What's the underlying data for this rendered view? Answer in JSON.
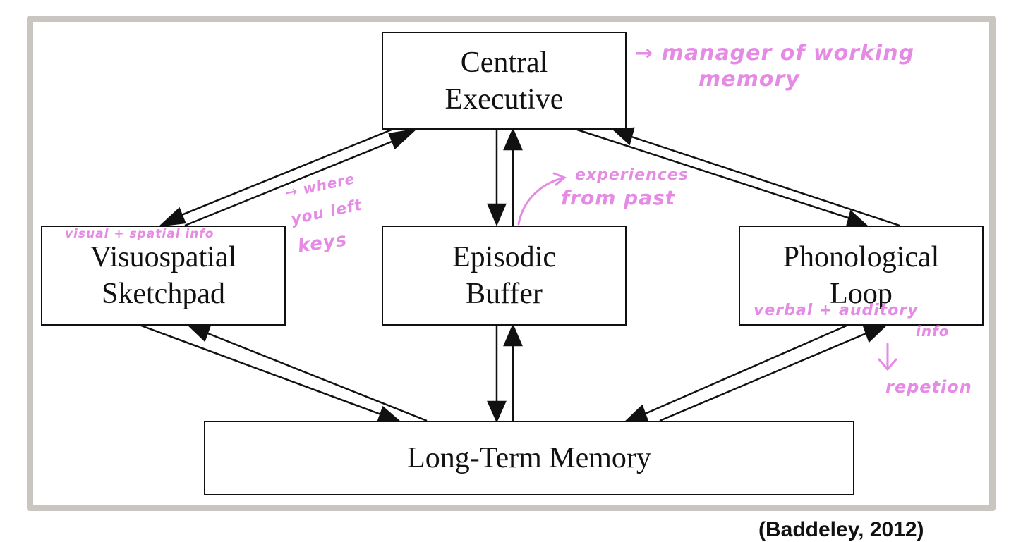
{
  "diagram": {
    "central_executive": {
      "line1": "Central",
      "line2": "Executive"
    },
    "visuospatial_sketchpad": {
      "line1": "Visuospatial",
      "line2": "Sketchpad"
    },
    "episodic_buffer": {
      "line1": "Episodic",
      "line2": "Buffer"
    },
    "phonological_loop": {
      "line1": "Phonological",
      "line2": "Loop"
    },
    "long_term_memory": {
      "label": "Long-Term Memory"
    }
  },
  "annotations": {
    "manager_line1": "→ manager of working",
    "manager_line2": "memory",
    "experiences_line1": "experiences",
    "experiences_line2": "from past",
    "where_line1": "→ where",
    "where_line2": "you left",
    "where_line3": "keys",
    "visual_spatial": "visual + spatial info",
    "verbal_line1": "verbal + auditory",
    "verbal_line2": "info",
    "repetition": "repetion"
  },
  "citation": "(Baddeley, 2012)",
  "colors": {
    "annotation": "#e58ae5",
    "frame": "#c9c6c1",
    "ink": "#111111"
  }
}
